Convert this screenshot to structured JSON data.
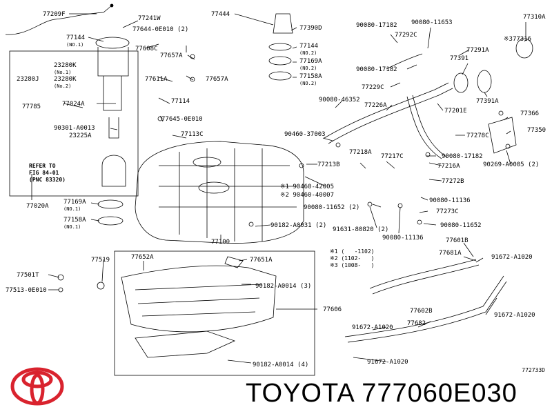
{
  "brand": {
    "name": "TOYOTA",
    "part_number": "777060E030"
  },
  "diagram_code": "772733D",
  "ref_note": [
    "REFER TO",
    "FIG 84-01",
    "(PNC 83320)"
  ],
  "legend": [
    "※1 (   -1102)",
    "※2 (1102-   )",
    "※3 (1008-   )"
  ],
  "labels": [
    {
      "id": "l1",
      "text": "77209F",
      "sub": ""
    },
    {
      "id": "l2",
      "text": "77241W",
      "sub": ""
    },
    {
      "id": "l3",
      "text": "77644-0E010 (2)",
      "sub": ""
    },
    {
      "id": "l4",
      "text": "77144",
      "sub": "(NO.1)"
    },
    {
      "id": "l5",
      "text": "77608C",
      "sub": ""
    },
    {
      "id": "l6",
      "text": "77657A",
      "sub": ""
    },
    {
      "id": "l7",
      "text": "23280K",
      "sub": "(No.1)"
    },
    {
      "id": "l8",
      "text": "23280J",
      "sub": ""
    },
    {
      "id": "l9",
      "text": "23280K",
      "sub": "(No.2)"
    },
    {
      "id": "l10",
      "text": "77611A",
      "sub": ""
    },
    {
      "id": "l11",
      "text": "77657A",
      "sub": ""
    },
    {
      "id": "l12",
      "text": "77785",
      "sub": ""
    },
    {
      "id": "l13",
      "text": "77024A",
      "sub": ""
    },
    {
      "id": "l14",
      "text": "77114",
      "sub": ""
    },
    {
      "id": "l15",
      "text": "77645-0E010",
      "sub": ""
    },
    {
      "id": "l16",
      "text": "90301-A0013",
      "sub": ""
    },
    {
      "id": "l17",
      "text": "23225A",
      "sub": ""
    },
    {
      "id": "l18",
      "text": "77113C",
      "sub": ""
    },
    {
      "id": "l19",
      "text": "77020A",
      "sub": ""
    },
    {
      "id": "l20",
      "text": "77169A",
      "sub": "(NO.1)"
    },
    {
      "id": "l21",
      "text": "77158A",
      "sub": "(NO.1)"
    },
    {
      "id": "l22",
      "text": "77444",
      "sub": ""
    },
    {
      "id": "l23",
      "text": "77390D",
      "sub": ""
    },
    {
      "id": "l24",
      "text": "77144",
      "sub": "(NO.2)"
    },
    {
      "id": "l25",
      "text": "77169A",
      "sub": "(NO.2)"
    },
    {
      "id": "l26",
      "text": "77158A",
      "sub": "(NO.2)"
    },
    {
      "id": "l27",
      "text": "90080-17182",
      "sub": ""
    },
    {
      "id": "l28",
      "text": "90080-11653",
      "sub": ""
    },
    {
      "id": "l29",
      "text": "77292C",
      "sub": ""
    },
    {
      "id": "l30",
      "text": "90080-17182",
      "sub": ""
    },
    {
      "id": "l31",
      "text": "77229C",
      "sub": ""
    },
    {
      "id": "l32",
      "text": "90080-46352",
      "sub": ""
    },
    {
      "id": "l33",
      "text": "77226A",
      "sub": ""
    },
    {
      "id": "l34",
      "text": "77310A",
      "sub": ""
    },
    {
      "id": "l35",
      "text": "※377316",
      "sub": ""
    },
    {
      "id": "l36",
      "text": "77291A",
      "sub": ""
    },
    {
      "id": "l37",
      "text": "77391",
      "sub": ""
    },
    {
      "id": "l38",
      "text": "77391A",
      "sub": ""
    },
    {
      "id": "l39",
      "text": "77201E",
      "sub": ""
    },
    {
      "id": "l40",
      "text": "77366",
      "sub": ""
    },
    {
      "id": "l41",
      "text": "77350",
      "sub": ""
    },
    {
      "id": "l42",
      "text": "77278C",
      "sub": ""
    },
    {
      "id": "l43",
      "text": "90460-37003",
      "sub": ""
    },
    {
      "id": "l44",
      "text": "77213B",
      "sub": ""
    },
    {
      "id": "l45",
      "text": "77218A",
      "sub": ""
    },
    {
      "id": "l46",
      "text": "77217C",
      "sub": ""
    },
    {
      "id": "l47",
      "text": "90080-17182",
      "sub": ""
    },
    {
      "id": "l48",
      "text": "77216A",
      "sub": ""
    },
    {
      "id": "l49",
      "text": "90269-A0005 (2)",
      "sub": ""
    },
    {
      "id": "l50",
      "text": "77272B",
      "sub": ""
    },
    {
      "id": "l51",
      "text": "※1 90460-42005",
      "sub": ""
    },
    {
      "id": "l52",
      "text": "※2 90460-40007",
      "sub": ""
    },
    {
      "id": "l53",
      "text": "90080-11652 (2)",
      "sub": ""
    },
    {
      "id": "l54",
      "text": "90080-11136",
      "sub": ""
    },
    {
      "id": "l55",
      "text": "77273C",
      "sub": ""
    },
    {
      "id": "l56",
      "text": "90080-11652",
      "sub": ""
    },
    {
      "id": "l57",
      "text": "91631-80820 (2)",
      "sub": ""
    },
    {
      "id": "l58",
      "text": "90080-11136",
      "sub": ""
    },
    {
      "id": "l59",
      "text": "90182-A0031 (2)",
      "sub": ""
    },
    {
      "id": "l60",
      "text": "77100",
      "sub": ""
    },
    {
      "id": "l61",
      "text": "77501T",
      "sub": ""
    },
    {
      "id": "l62",
      "text": "77513-0E010",
      "sub": ""
    },
    {
      "id": "l63",
      "text": "77519",
      "sub": ""
    },
    {
      "id": "l64",
      "text": "77652A",
      "sub": ""
    },
    {
      "id": "l65",
      "text": "77651A",
      "sub": ""
    },
    {
      "id": "l66",
      "text": "90182-A0014 (3)",
      "sub": ""
    },
    {
      "id": "l67",
      "text": "77606",
      "sub": ""
    },
    {
      "id": "l68",
      "text": "90182-A0014 (4)",
      "sub": ""
    },
    {
      "id": "l69",
      "text": "77601B",
      "sub": ""
    },
    {
      "id": "l70",
      "text": "77681A",
      "sub": ""
    },
    {
      "id": "l71",
      "text": "91672-A1020",
      "sub": ""
    },
    {
      "id": "l72",
      "text": "77602B",
      "sub": ""
    },
    {
      "id": "l73",
      "text": "91672-A1020",
      "sub": ""
    },
    {
      "id": "l74",
      "text": "77682",
      "sub": ""
    },
    {
      "id": "l75",
      "text": "91672-A1020",
      "sub": ""
    },
    {
      "id": "l76",
      "text": "91672-A1020",
      "sub": ""
    }
  ]
}
